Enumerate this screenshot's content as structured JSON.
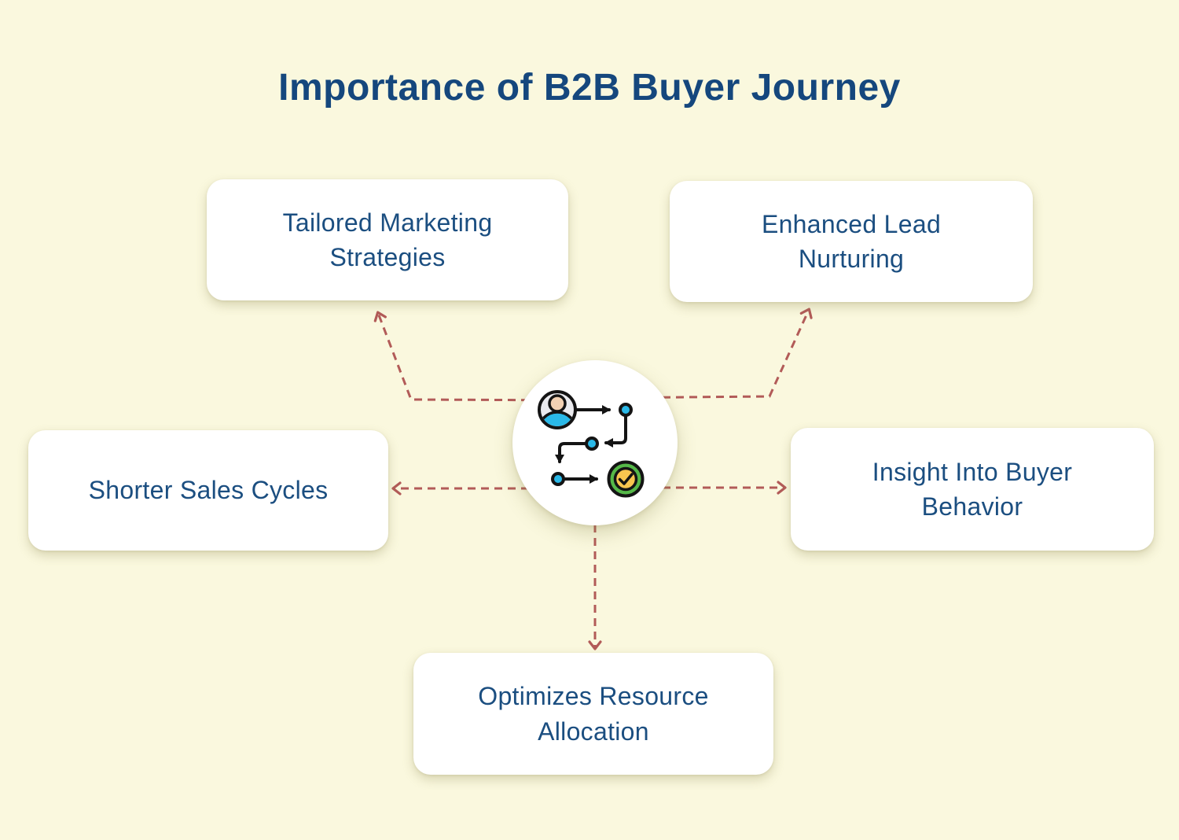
{
  "title": "Importance of B2B Buyer Journey",
  "nodes": [
    {
      "id": "tailored-marketing-strategies",
      "label": [
        "Tailored Marketing",
        "Strategies"
      ],
      "position": "top-left"
    },
    {
      "id": "enhanced-lead-nurturing",
      "label": [
        "Enhanced Lead",
        "Nurturing"
      ],
      "position": "top-right"
    },
    {
      "id": "shorter-sales-cycles",
      "label": [
        "Shorter Sales Cycles"
      ],
      "position": "left"
    },
    {
      "id": "insight-into-buyer-behavior",
      "label": [
        "Insight Into Buyer",
        "Behavior"
      ],
      "position": "right"
    },
    {
      "id": "optimizes-resource-allocation",
      "label": [
        "Optimizes Resource",
        "Allocation"
      ],
      "position": "bottom"
    }
  ],
  "center": {
    "icon": "buyer-journey-icon"
  },
  "colors": {
    "background": "#FAF8DE",
    "card_bg": "#FFFFFF",
    "title_blue": "#15477D",
    "text_blue": "#1B4E80",
    "arrow_red": "#B25B58",
    "icon_outline": "#141414",
    "icon_cyan": "#2AB9E8",
    "icon_green": "#55B848",
    "icon_yellow": "#F8C54F",
    "icon_skin": "#F2D1B3",
    "icon_grey": "#EBEBEF"
  }
}
